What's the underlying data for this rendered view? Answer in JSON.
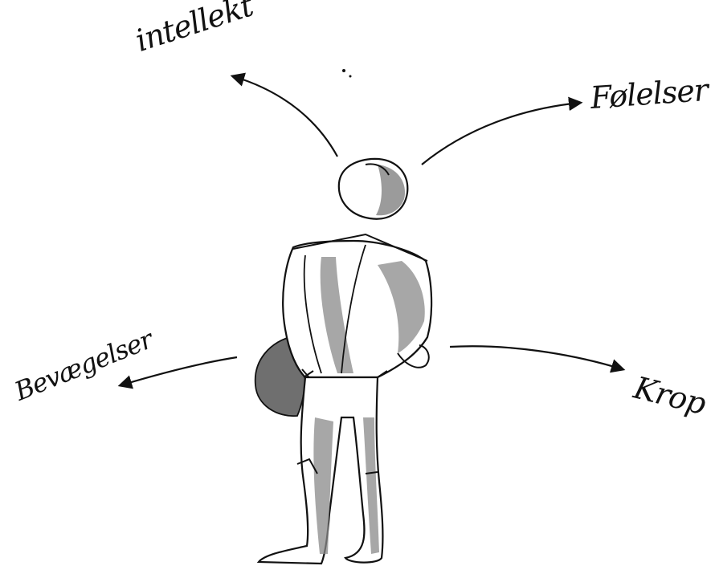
{
  "diagram": {
    "labels": {
      "top_left": "intellekt",
      "top_right": "Følelser",
      "left": "Bevægelser",
      "right": "Krop"
    }
  },
  "colors": {
    "ink": "#111111",
    "shade": "#8a8a8a",
    "background": "#ffffff"
  }
}
